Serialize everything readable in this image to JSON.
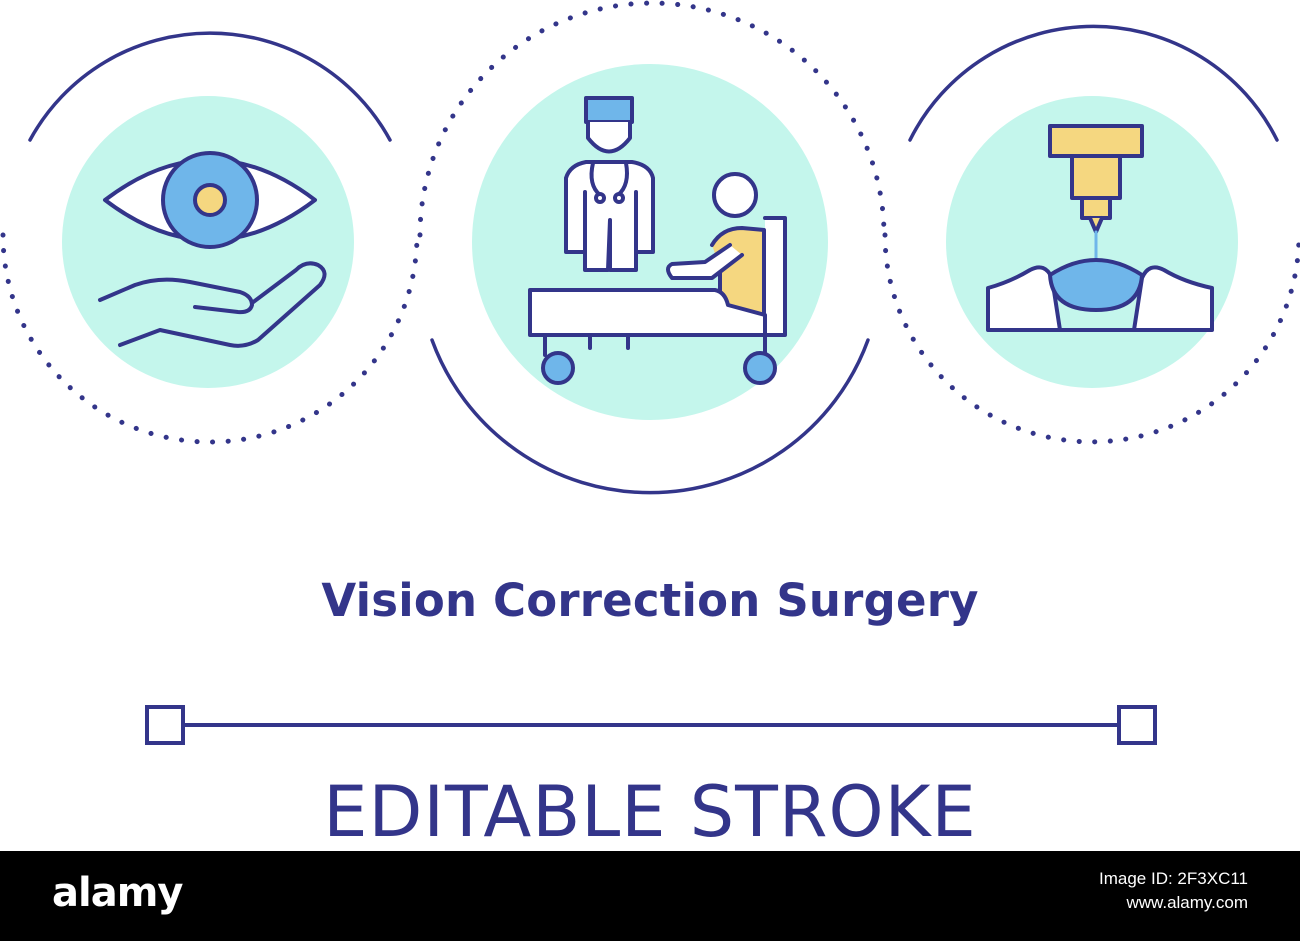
{
  "title": "Vision Correction Surgery",
  "stroke_label": "EDITABLE STROKE",
  "footer": {
    "brand": "alamy",
    "image_id": "Image ID: 2F3XC11",
    "url": "www.alamy.com"
  },
  "colors": {
    "stroke": "#33358a",
    "circle_fill": "#c4f6ec",
    "accent_blue": "#6fb6ea",
    "accent_yellow": "#f5d780",
    "footer_bg": "#000000"
  },
  "icons": [
    "eye-in-hand-icon",
    "doctor-patient-bed-icon",
    "laser-eye-surgery-icon"
  ]
}
